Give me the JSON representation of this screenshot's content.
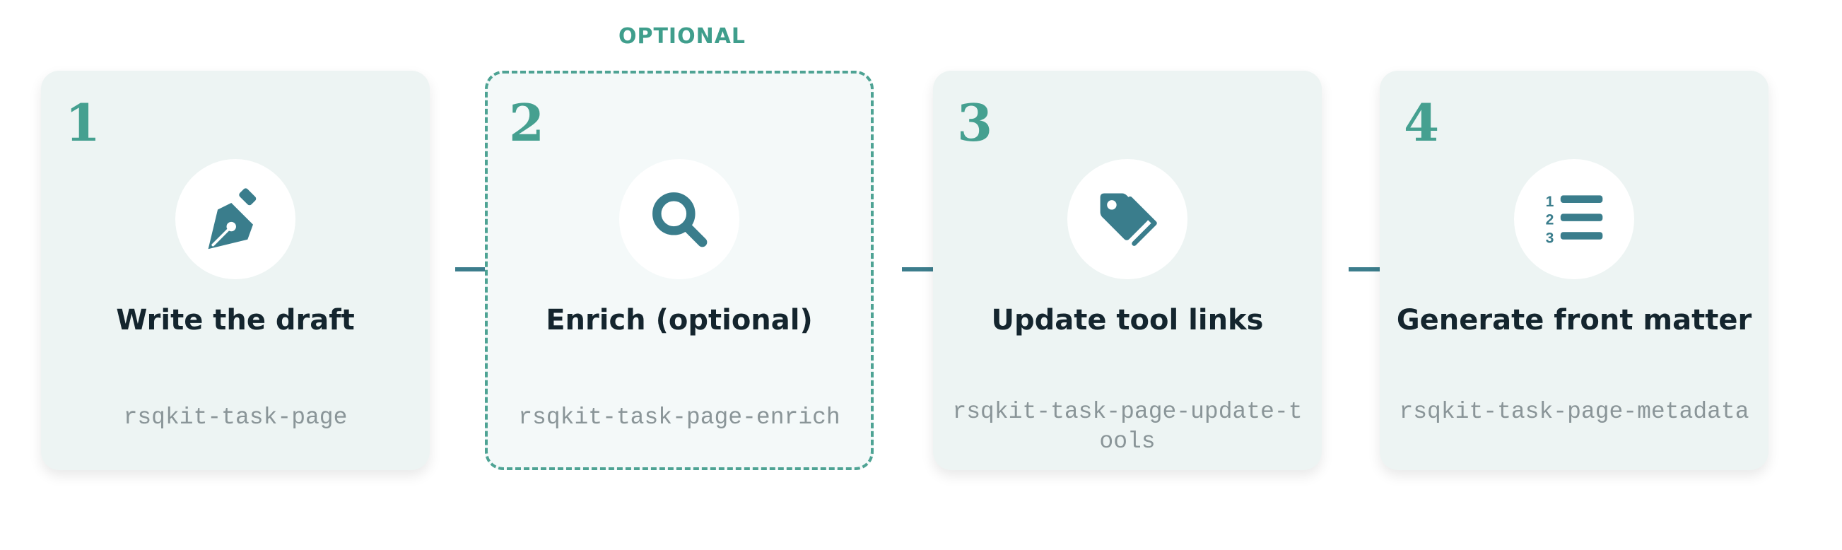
{
  "optional_label": "OPTIONAL",
  "colors": {
    "accent": "#45a090",
    "icon": "#3a7d8c",
    "card_bg": "#edf4f3",
    "optional_border": "#4ea394",
    "title": "#14252e",
    "command": "#8a9598"
  },
  "steps": [
    {
      "number": "1",
      "title": "Write the draft",
      "command": "rsqkit-task-page",
      "icon": "pen-nib-icon",
      "optional": false
    },
    {
      "number": "2",
      "title": "Enrich (optional)",
      "command": "rsqkit-task-page-enrich",
      "icon": "magnifying-glass-icon",
      "optional": true
    },
    {
      "number": "3",
      "title": "Update tool links",
      "command": "rsqkit-task-page-update-tools",
      "icon": "tags-icon",
      "optional": false
    },
    {
      "number": "4",
      "title": "Generate front matter",
      "command": "rsqkit-task-page-metadata",
      "icon": "numbered-list-icon",
      "optional": false
    }
  ]
}
